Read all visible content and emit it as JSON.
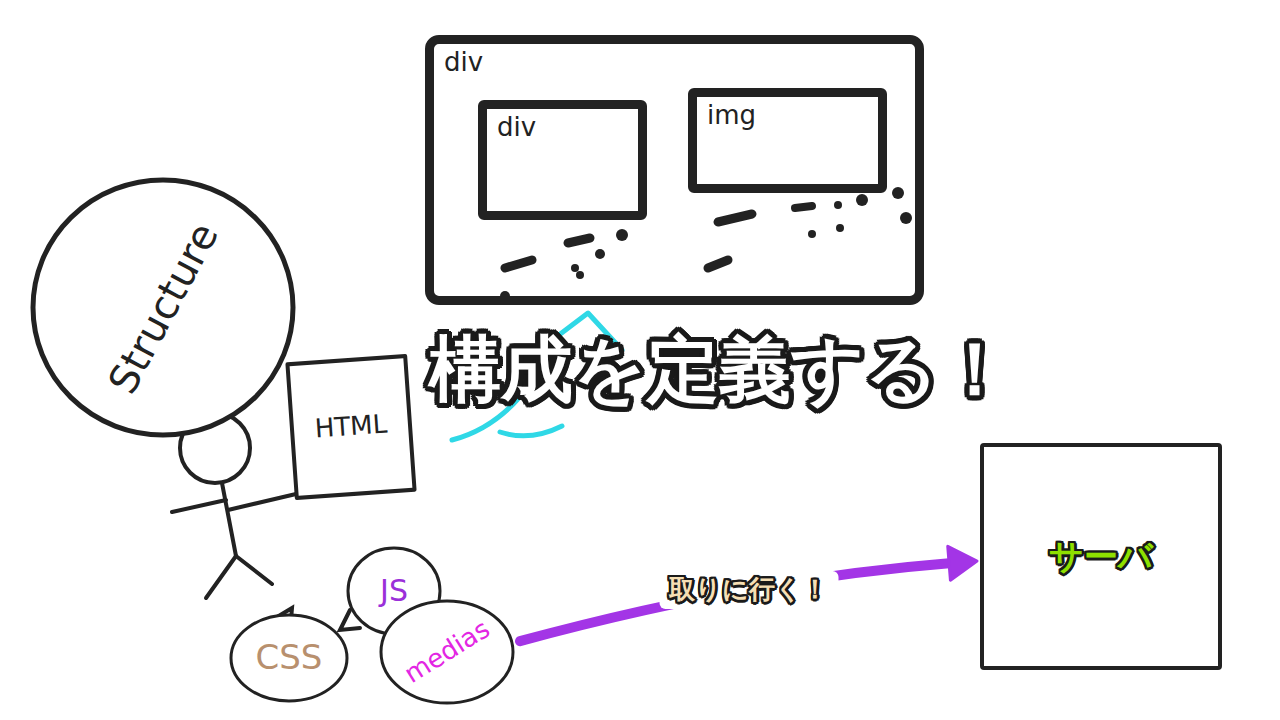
{
  "diagram": {
    "title": "構成を定義する！",
    "nodes": [
      {
        "text": [
          "div"
        ]
      },
      {
        "text": [
          "div"
        ],
        "in": 0
      },
      {
        "text": [
          "img"
        ],
        "in": 0
      },
      {
        "text": [
          "Structure"
        ]
      },
      {
        "text": [
          "HTML"
        ]
      },
      {
        "text": [
          "CSS"
        ]
      },
      {
        "text": [
          "JS"
        ]
      },
      {
        "text": [
          "medias"
        ]
      },
      {
        "text": [
          "サーバ"
        ]
      }
    ],
    "edges": [
      {
        "from": 7,
        "to": 8,
        "label": "取りに行く！",
        "arrow": "to"
      }
    ]
  }
}
